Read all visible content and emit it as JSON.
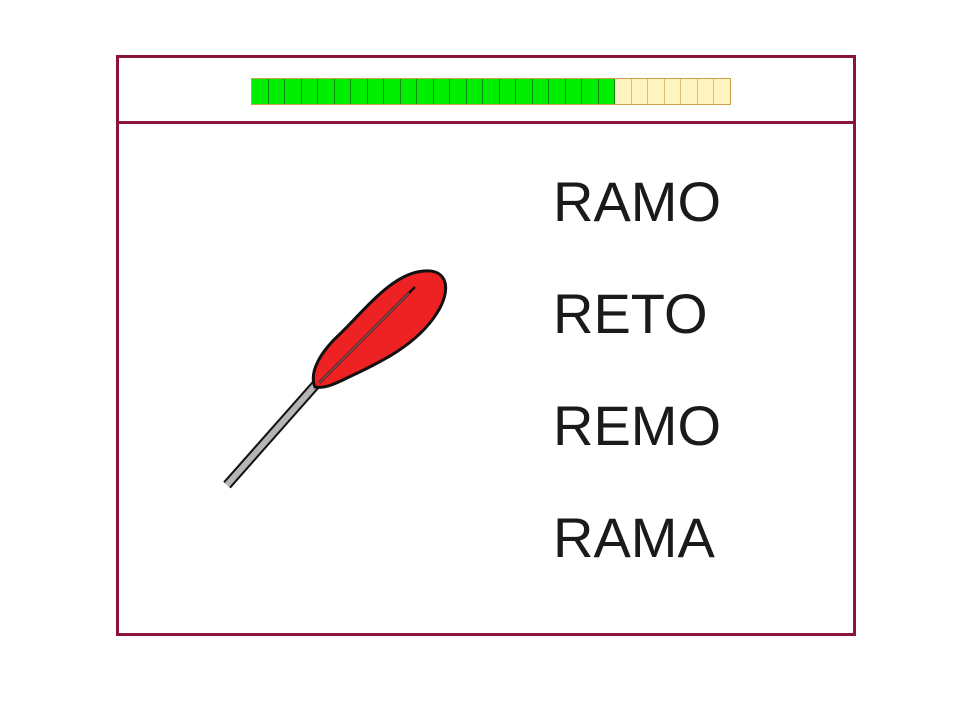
{
  "progress": {
    "total_segments": 29,
    "completed_segments": 22,
    "fraction_complete": 0.759,
    "colors": {
      "done": "#00ee00",
      "remaining": "#fff5c0"
    }
  },
  "picture": {
    "icon": "paddle-icon",
    "colors": {
      "blade": "#ee2222",
      "shaft": "#b5b5b5",
      "outline": "#111111"
    }
  },
  "options": [
    {
      "label": "RAMO"
    },
    {
      "label": "RETO"
    },
    {
      "label": "REMO"
    },
    {
      "label": "RAMA"
    }
  ],
  "colors": {
    "frame_border": "#8a1538",
    "text": "#1a1a1a"
  }
}
